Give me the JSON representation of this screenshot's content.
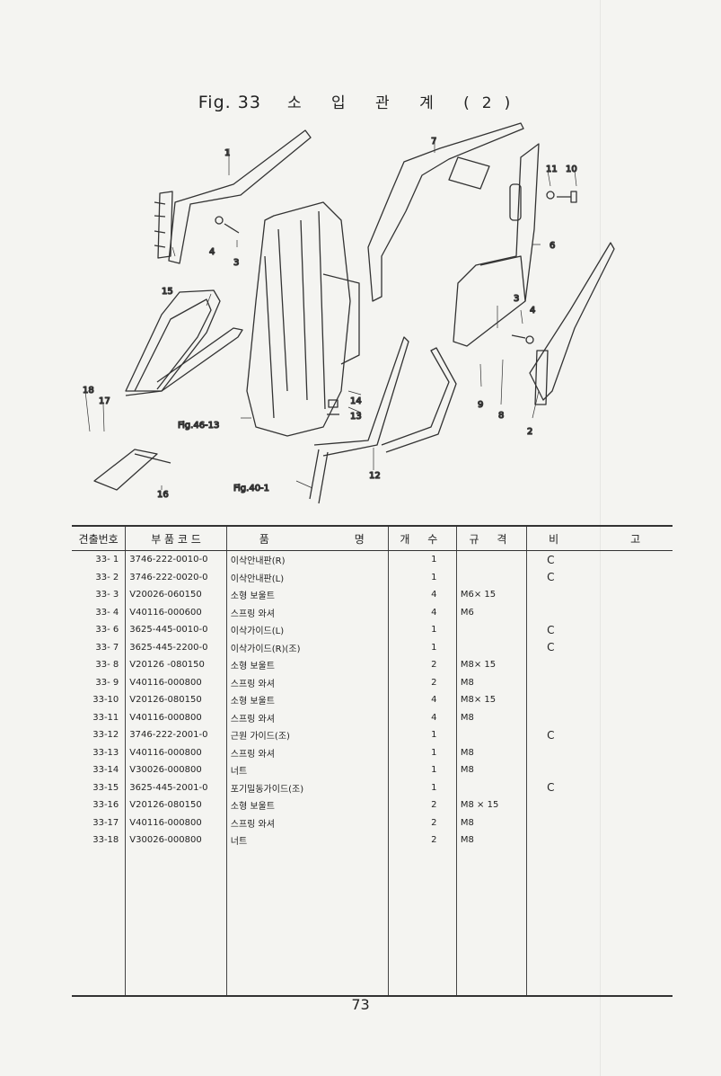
{
  "page": {
    "fig_label": "Fig. 33",
    "fig_title_ko": "소 입 관 계 (2)",
    "page_number": "73"
  },
  "figure": {
    "callouts": [
      "1",
      "2",
      "3",
      "4",
      "3",
      "4",
      "6",
      "7",
      "8",
      "9",
      "10",
      "11",
      "12",
      "13",
      "14",
      "15",
      "16",
      "17",
      "18"
    ],
    "refs": [
      "Fig.46-13",
      "Fig.40-1"
    ]
  },
  "table": {
    "headers": [
      "견출번호",
      "부 품 코 드",
      "품",
      "명",
      "개 수",
      "규 격",
      "비",
      "고"
    ],
    "rows": [
      [
        "33- 1",
        "3746-222-0010-0",
        "이삭안내판(R)",
        "1",
        "",
        "C"
      ],
      [
        "33- 2",
        "3746-222-0020-0",
        "이삭안내판(L)",
        "1",
        "",
        "C"
      ],
      [
        "33- 3",
        "V20026-060150",
        "소형 보울트",
        "4",
        "M6× 15",
        ""
      ],
      [
        "33- 4",
        "V40116-000600",
        "스프링 와셔",
        "4",
        "M6",
        ""
      ],
      [
        "33- 6",
        "3625-445-0010-0",
        "이삭가이드(L)",
        "1",
        "",
        "C"
      ],
      [
        "33- 7",
        "3625-445-2200-0",
        "이삭가이드(R)(조)",
        "1",
        "",
        "C"
      ],
      [
        "33- 8",
        "V20126 -080150",
        "소형 보울트",
        "2",
        "M8× 15",
        ""
      ],
      [
        "33- 9",
        "V40116-000800",
        "스프링 와셔",
        "2",
        "M8",
        ""
      ],
      [
        "33-10",
        "V20126-080150",
        "소형 보울트",
        "4",
        "M8× 15",
        ""
      ],
      [
        "33-11",
        "V40116-000800",
        "스프링 와셔",
        "4",
        "M8",
        ""
      ],
      [
        "33-12",
        "3746-222-2001-0",
        "근원 가이드(조)",
        "1",
        "",
        "C"
      ],
      [
        "33-13",
        "V40116-000800",
        "스프링 와셔",
        "1",
        "M8",
        ""
      ],
      [
        "33-14",
        "V30026-000800",
        "너트",
        "1",
        "M8",
        ""
      ],
      [
        "33-15",
        "3625-445-2001-0",
        "포기밀동가이드(조)",
        "1",
        "",
        "C"
      ],
      [
        "33-16",
        "V20126-080150",
        "소형 보울트",
        "2",
        "M8 × 15",
        ""
      ],
      [
        "33-17",
        "V40116-000800",
        "스프링 와셔",
        "2",
        "M8",
        ""
      ],
      [
        "33-18",
        "V30026-000800",
        "너트",
        "2",
        "M8",
        ""
      ]
    ]
  }
}
